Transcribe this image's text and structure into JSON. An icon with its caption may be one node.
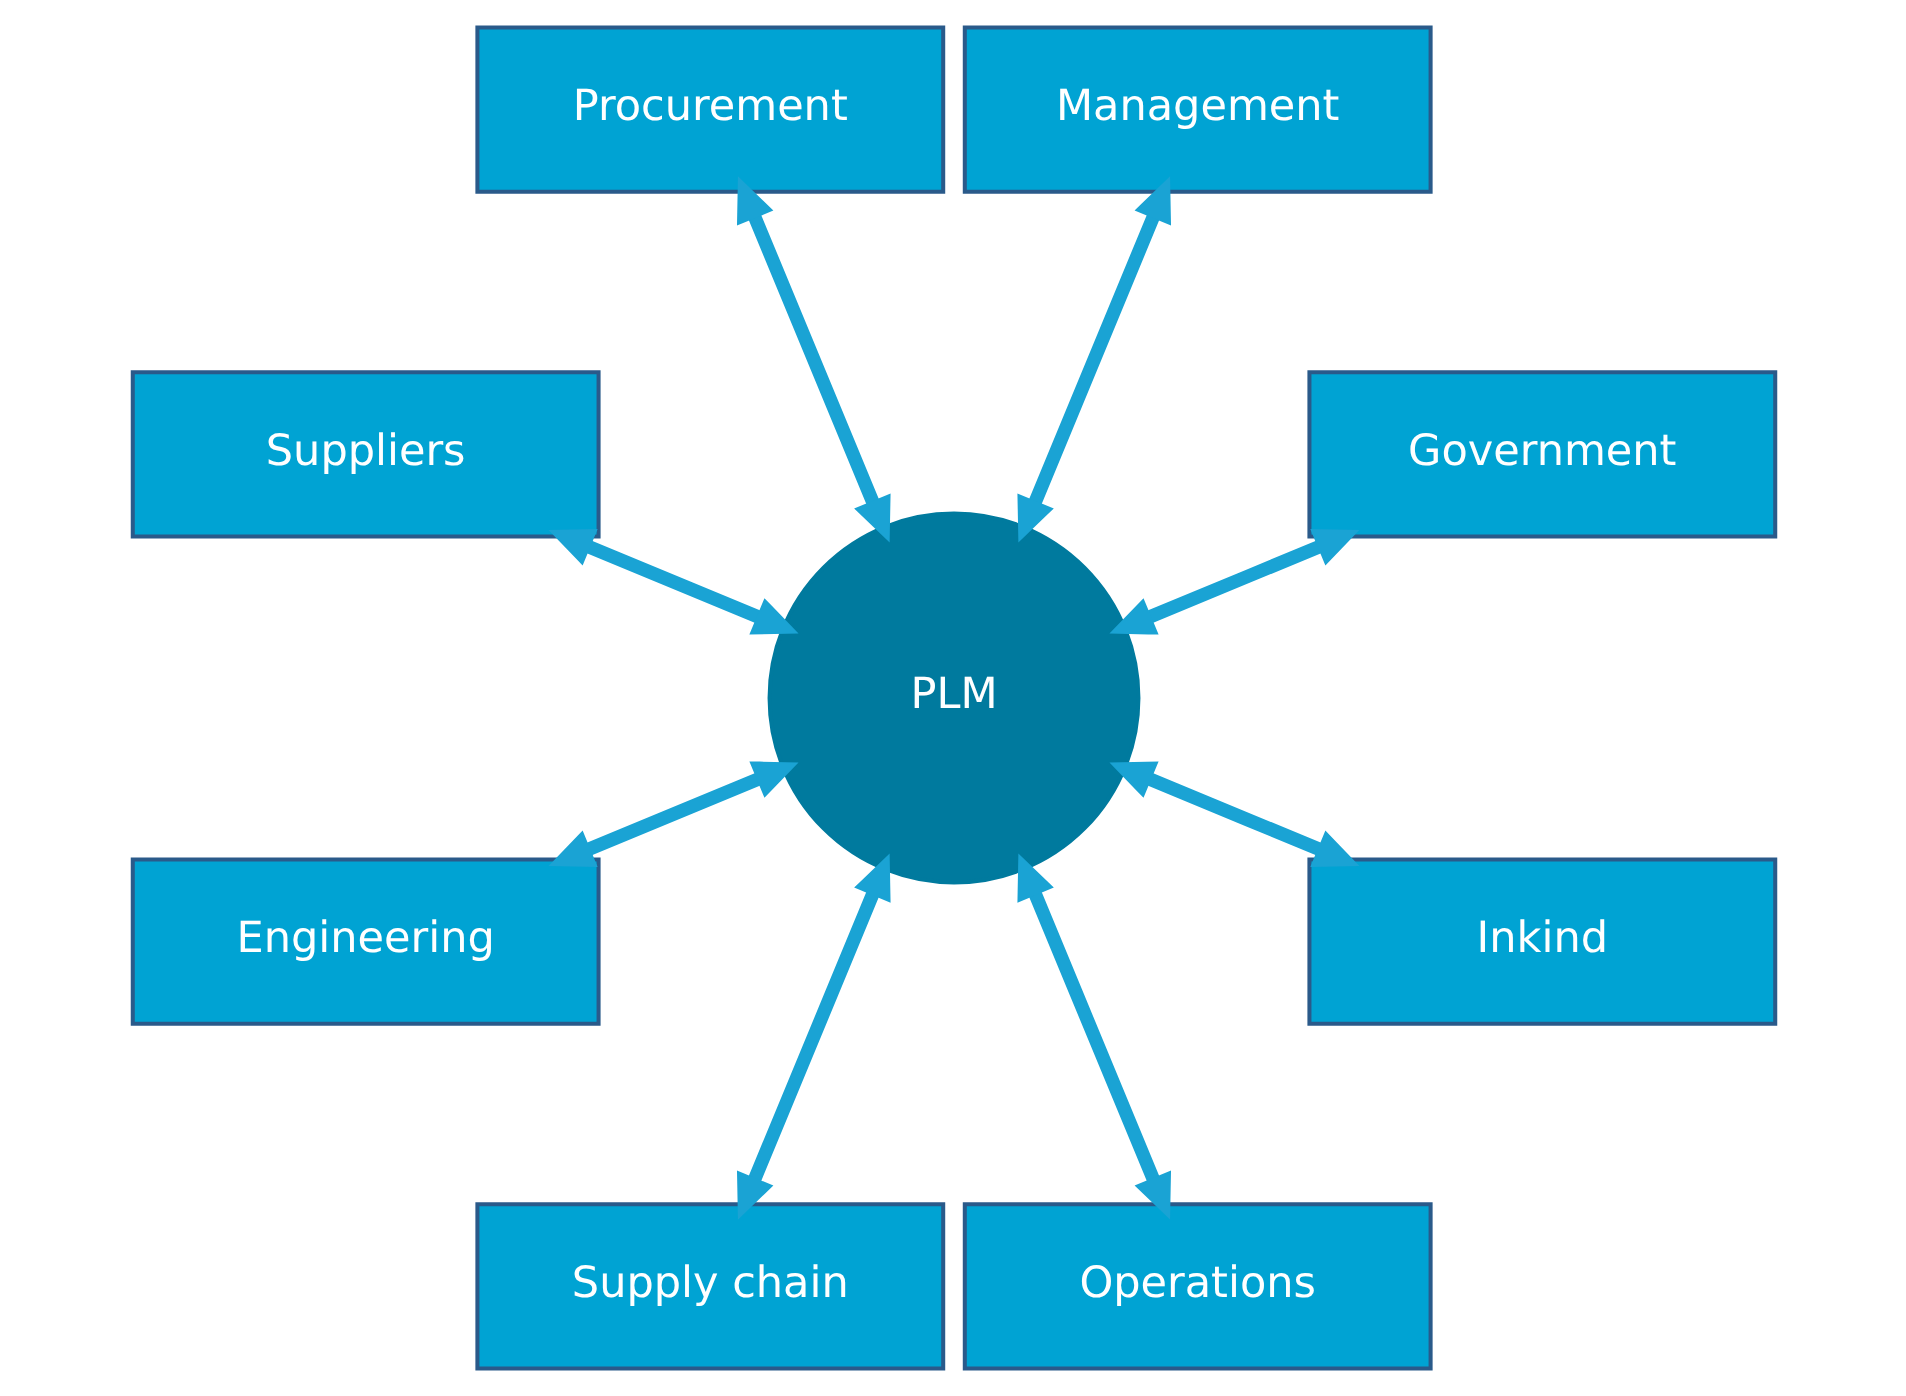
{
  "diagram": {
    "nodes": [
      {
        "text": [
          "Government"
        ]
      },
      {
        "text": [
          "Management"
        ]
      },
      {
        "text": [
          "Procurement"
        ]
      },
      {
        "text": [
          "Suppliers"
        ]
      },
      {
        "text": [
          "PLM"
        ]
      },
      {
        "text": [
          "Engineering"
        ]
      },
      {
        "text": [
          "Supply chain"
        ]
      },
      {
        "text": [
          "Operations"
        ]
      },
      {
        "text": [
          "Inkind"
        ]
      }
    ],
    "edges": [
      {
        "from": 4,
        "to": 0,
        "arrow": "both"
      },
      {
        "from": 4,
        "to": 1,
        "arrow": "both"
      },
      {
        "from": 4,
        "to": 2,
        "arrow": "both"
      },
      {
        "from": 4,
        "to": 3,
        "arrow": "both"
      },
      {
        "from": 4,
        "to": 5,
        "arrow": "both"
      },
      {
        "from": 4,
        "to": 6,
        "arrow": "both"
      },
      {
        "from": 4,
        "to": 7,
        "arrow": "both"
      },
      {
        "from": 4,
        "to": 8,
        "arrow": "both"
      }
    ]
  }
}
